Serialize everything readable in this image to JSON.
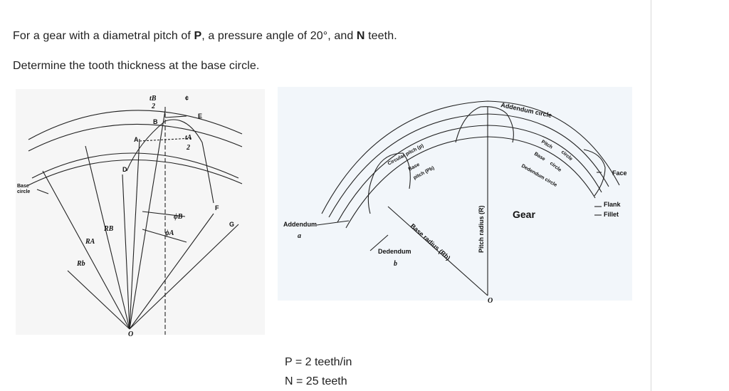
{
  "question": {
    "line1_a": "For a gear with a diametral pitch of ",
    "line1_p": "P",
    "line1_b": ", a pressure angle of 20°, and ",
    "line1_n": "N",
    "line1_c": " teeth.",
    "line2": "Determine the tooth thickness at the base circle."
  },
  "left_figure": {
    "base_circle_1": "Base",
    "base_circle_2": "circle",
    "tB_top": "tB",
    "tB_bottom": "2",
    "centerline": "¢",
    "E": "E",
    "B": "B",
    "A": "A",
    "tA_top": "tA",
    "tA_bottom": "2",
    "D": "D",
    "F": "F",
    "G": "G",
    "phiB": "ϕB",
    "phiA": "ϕA",
    "RB": "RB",
    "RA": "RA",
    "Rb": "Rb",
    "O": "O"
  },
  "right_figure": {
    "addendum_circle": "Addendum circle",
    "pitch": "Pitch",
    "circle1": "circle",
    "base": "Base",
    "circle2": "circle",
    "dedendum_circle": "Dedendum circle",
    "circular_pitch": "Circular pitch (p)",
    "base_pitch_1": "Base",
    "base_pitch_2": "pitch (Pb)",
    "face": "Face",
    "flank": "Flank",
    "fillet": "Fillet",
    "gear": "Gear",
    "pitch_radius": "Pitch radius (R)",
    "base_radius": "Base radius (Rb)",
    "addendum": "Addendum",
    "a": "a",
    "dedendum": "Dedendum",
    "b": "b",
    "O": "O"
  },
  "given": {
    "P": "P = 2 teeth/in",
    "N": "N = 25 teeth"
  }
}
